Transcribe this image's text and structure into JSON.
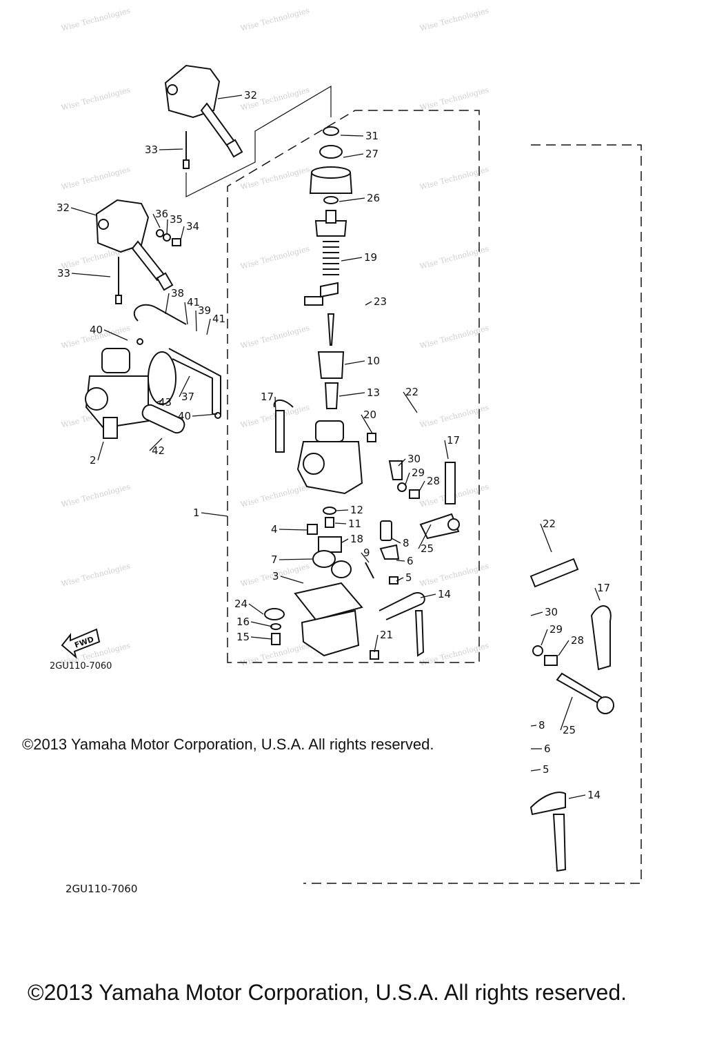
{
  "diagram": {
    "drawing_code_main": "2GU110-7060",
    "drawing_code_inset": "2GU110-7060",
    "fwd_label": "FWD",
    "watermark_text": "Wise Technologies",
    "callouts_main": [
      "1",
      "2",
      "3",
      "4",
      "5",
      "6",
      "7",
      "8",
      "9",
      "10",
      "11",
      "12",
      "13",
      "14",
      "15",
      "16",
      "17",
      "17",
      "18",
      "19",
      "20",
      "21",
      "22",
      "23",
      "24",
      "25",
      "26",
      "27",
      "28",
      "29",
      "30",
      "31",
      "32",
      "32",
      "33",
      "33",
      "34",
      "35",
      "36",
      "37",
      "38",
      "39",
      "40",
      "40",
      "41",
      "41",
      "42",
      "43"
    ],
    "callouts_inset": [
      "22",
      "17",
      "30",
      "29",
      "28",
      "25",
      "8",
      "6",
      "5",
      "14"
    ]
  },
  "footer": {
    "copyright_small": "©2013 Yamaha Motor Corporation, U.S.A. All rights reserved.",
    "copyright_large": "©2013 Yamaha Motor Corporation, U.S.A. All rights reserved."
  }
}
